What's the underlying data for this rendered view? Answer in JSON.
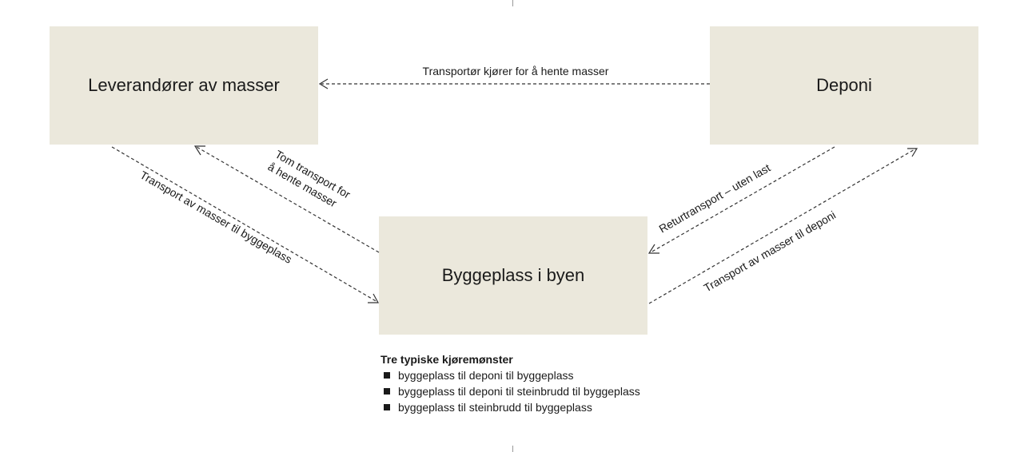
{
  "nodes": {
    "leverandorer": "Leverandører av masser",
    "deponi": "Deponi",
    "byggeplass": "Byggeplass i byen"
  },
  "edges": {
    "deponi_to_leverandorer": "Transportør kjører for å hente masser",
    "tom_transport_line1": "Tom transport for",
    "tom_transport_line2": "å hente masser",
    "transport_til_byggeplass": "Transport av masser til byggeplass",
    "returtransport": "Returtransport – uten last",
    "transport_til_deponi": "Transport av masser til deponi"
  },
  "legend": {
    "title": "Tre typiske kjøremønster",
    "items": [
      "byggeplass til deponi til byggeplass",
      "byggeplass til deponi til steinbrudd til byggeplass",
      "byggeplass til steinbrudd til byggeplass"
    ]
  }
}
